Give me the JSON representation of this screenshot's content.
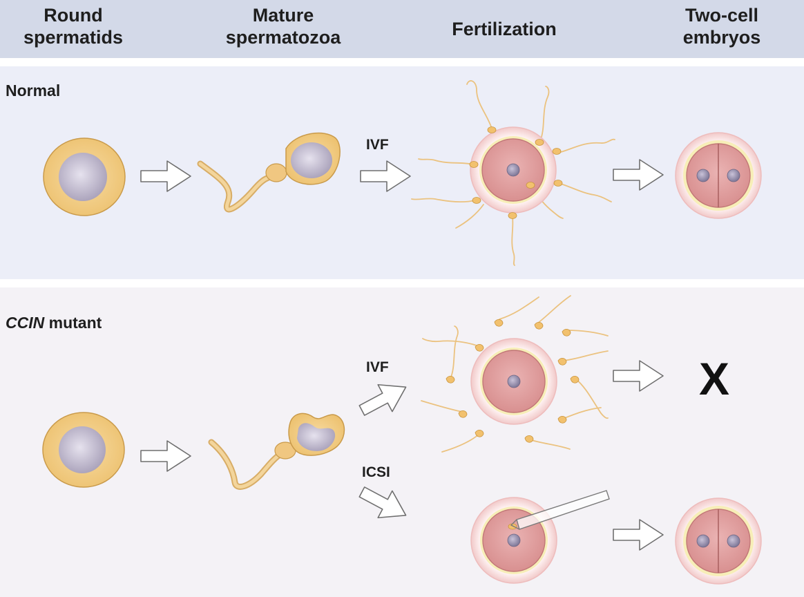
{
  "header": {
    "col1": "Round\nspermatids",
    "col2": "Mature\nspermatozoa",
    "col3": "Fertilization",
    "col4": "Two-cell\nembryos"
  },
  "rows": {
    "normal": {
      "label": "Normal"
    },
    "mutant": {
      "gene": "CCIN",
      "suffix": " mutant"
    }
  },
  "methods": {
    "ivf_normal": "IVF",
    "ivf_mutant": "IVF",
    "icsi": "ICSI"
  },
  "outcome": {
    "failed_mark": "X"
  },
  "colors": {
    "header_bg": "#d3d9e8",
    "normal_bg": "#eceef8",
    "mutant_bg": "#f4f2f6",
    "spermatid_fill": "#f2cc84",
    "nucleus_fill": "#b3aac0",
    "oocyte_fill": "#e3a3a3",
    "zona_fill": "#fbe4e4",
    "sperm_tail": "#ebc27f"
  }
}
